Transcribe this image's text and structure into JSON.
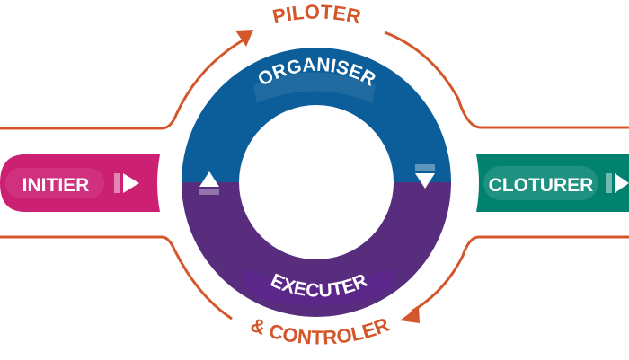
{
  "diagram": {
    "title": "Project management cycle",
    "colors": {
      "outline": "#d4562b",
      "initier": "#cc2073",
      "cloturer": "#00826f",
      "organiser": "#0b5e99",
      "executer": "#582d7e",
      "text_light": "#ffffff"
    },
    "phases": {
      "initier": {
        "label": "INITIER",
        "icon": "play-arrow-icon"
      },
      "cloturer": {
        "label": "CLOTURER",
        "icon": "play-arrow-icon"
      },
      "organiser": {
        "label": "ORGANISER",
        "icon": "triangle-down-icon"
      },
      "executer": {
        "label": "EXECUTER",
        "icon": "triangle-up-icon"
      }
    },
    "loop": {
      "top_label": "PILOTER",
      "bottom_label": "& CONTROLER"
    }
  }
}
